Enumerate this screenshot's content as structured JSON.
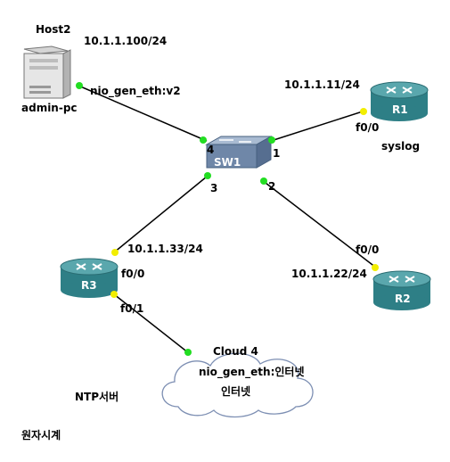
{
  "nodes": {
    "host2": {
      "name": "Host2",
      "ip": "10.1.1.100/24",
      "hostname": "admin-pc",
      "iface": "nio_gen_eth:v2"
    },
    "sw1": {
      "name": "SW1",
      "ports": {
        "p1": "1",
        "p2": "2",
        "p3": "3",
        "p4": "4"
      }
    },
    "r1": {
      "name": "R1",
      "ip": "10.1.1.11/24",
      "iface": "f0/0",
      "role": "syslog"
    },
    "r2": {
      "name": "R2",
      "ip": "10.1.1.22/24",
      "iface": "f0/0"
    },
    "r3": {
      "name": "R3",
      "ip": "10.1.1.33/24",
      "iface_lan": "f0/0",
      "iface_wan": "f0/1"
    },
    "cloud4": {
      "name": "Cloud 4",
      "iface": "nio_gen_eth:인터넷",
      "label": "인터넷"
    }
  },
  "notes": {
    "ntp": "NTP서버",
    "atomic_clock": "원자시계"
  },
  "colors": {
    "router_body": "#2e7f86",
    "router_top": "#5aa7ad",
    "switch_body": "#6f87a8",
    "switch_top": "#a9bbd2",
    "port_up": "#22dd22",
    "port_yellow": "#f2ee00"
  }
}
